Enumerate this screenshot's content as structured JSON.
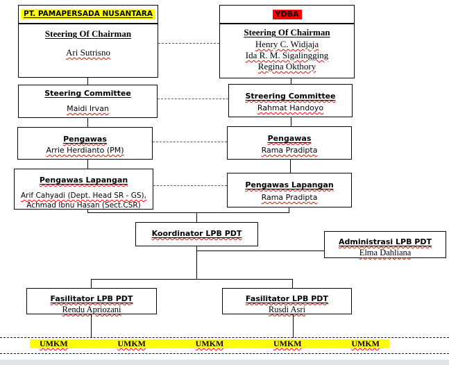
{
  "colors": {
    "highlight_yellow": "#ffff00",
    "highlight_red": "#ff0000",
    "spellcheck_red": "#ff0000",
    "border_black": "#000000"
  },
  "org": {
    "pama": {
      "company": "PT. PAMAPERSADA NUSANTARA",
      "chairman_title": "Steering Of Chairman",
      "chairman_names": [
        "Ari Sutrisno"
      ],
      "committee_title": "Steering Committee",
      "committee_names": [
        "Maidi Irvan"
      ],
      "pengawas_title": "Pengawas",
      "pengawas_names": [
        "Arrie Herdianto (PM)"
      ],
      "lapangan_title": "Pengawas Lapangan",
      "lapangan_names": [
        "Arif Cahyadi (Dept. Head SR - GS),",
        "Achmad Ibnu Hasan (Sect.CSR)"
      ]
    },
    "ydba": {
      "company": "YDBA",
      "chairman_title": "Steering Of Chairman",
      "chairman_names": [
        "Henry C. Widjaja",
        "Ida R. M. Sigalingging",
        "Regina Okthory"
      ],
      "committee_title": "Streering Committee",
      "committee_names": [
        "Rahmat Handoyo"
      ],
      "pengawas_title": "Pengawas",
      "pengawas_names": [
        "Rama Pradipta"
      ],
      "lapangan_title": "Pengawas Lapangan",
      "lapangan_names": [
        "Rama Pradipta"
      ]
    },
    "koordinator_title": "Koordinator LPB PDT",
    "administrasi_title": "Administrasi LPB PDT",
    "administrasi_names": [
      "Elma Dahliana"
    ],
    "fasilitator_left_title": "Fasilitator LPB PDT",
    "fasilitator_left_names": [
      "Rendu Apriozani"
    ],
    "fasilitator_right_title": "Fasilitator LPB PDT",
    "fasilitator_right_names": [
      "Rusdi Asri"
    ],
    "umkm": [
      "UMKM",
      "UMKM",
      "UMKM",
      "UMKM",
      "UMKM"
    ]
  }
}
